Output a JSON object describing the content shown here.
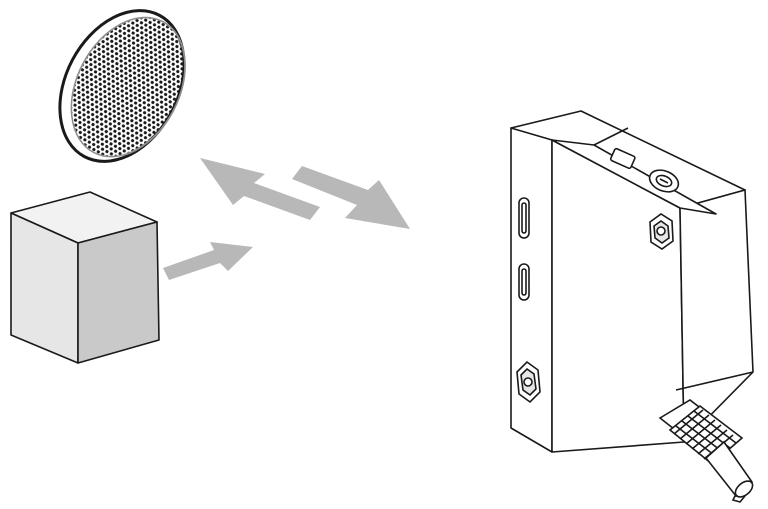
{
  "diagram": {
    "kind": "retroreflective-photoelectric-sensor-illustration",
    "colors": {
      "background": "#ffffff",
      "line": "#1a1a1a",
      "arrow": "#b8b8b8",
      "cube_front": "#e6e6e6",
      "cube_top": "#f2f2f2",
      "cube_side": "#c9c9c9",
      "reflector": "#ffffff"
    },
    "elements": [
      {
        "name": "reflector-disc",
        "depicts": "reflector"
      },
      {
        "name": "object-cube",
        "depicts": "target-object"
      },
      {
        "name": "arrow-to-reflector",
        "depicts": "reflected-light-path"
      },
      {
        "name": "arrow-to-sensor",
        "depicts": "emitted-light-path"
      },
      {
        "name": "arrow-from-cube",
        "depicts": "object-reflection"
      },
      {
        "name": "sensor-body",
        "depicts": "photoelectric-sensor"
      },
      {
        "name": "cable-connector",
        "depicts": "cable-gland"
      }
    ]
  }
}
